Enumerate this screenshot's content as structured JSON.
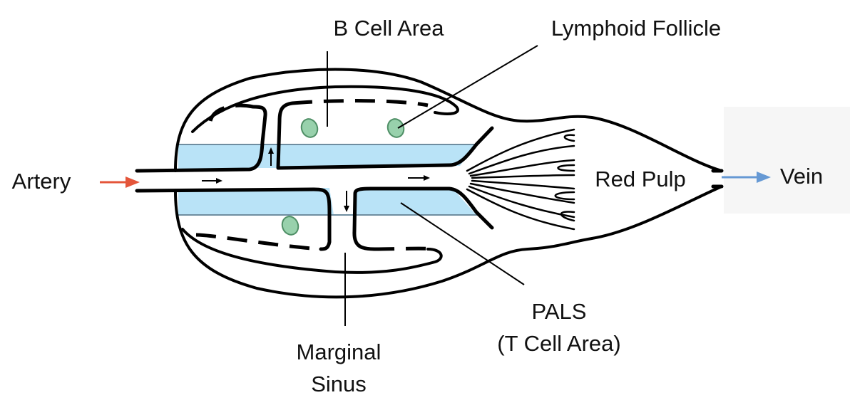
{
  "diagram": {
    "title": "Spleen blood flow structure",
    "labels": {
      "b_cell_area": "B Cell Area",
      "lymphoid_follicle": "Lymphoid Follicle",
      "artery": "Artery",
      "red_pulp": "Red Pulp",
      "vein": "Vein",
      "marginal_sinus_line1": "Marginal",
      "marginal_sinus_line2": "Sinus",
      "pals_line1": "PALS",
      "pals_line2": "(T Cell Area)"
    },
    "colors": {
      "artery_arrow": "#e4553a",
      "vein_arrow": "#6699d4",
      "pals_fill": "#b9e3f7",
      "pals_edge": "#6f8da0",
      "follicle_fill": "#98d1ac",
      "follicle_stroke": "#4f8f66",
      "outline": "#000000"
    },
    "arrows": [
      "artery-inflow",
      "vein-outflow",
      "flow-right-artery",
      "flow-up-branch",
      "flow-down-branch",
      "flow-right-central"
    ]
  }
}
